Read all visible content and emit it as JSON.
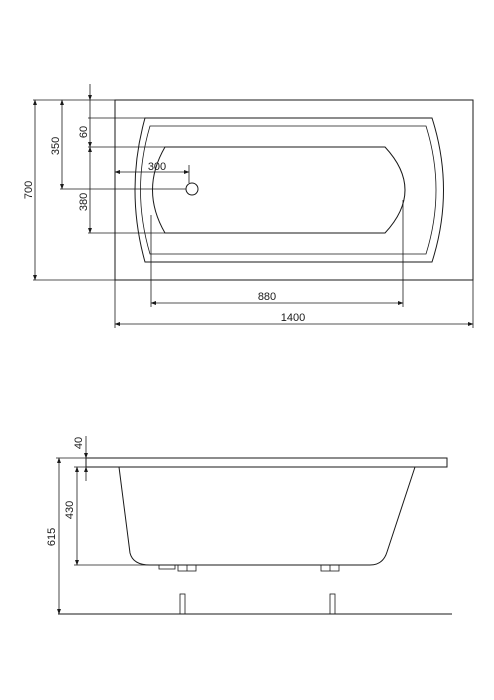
{
  "plan_view": {
    "dimensions": {
      "overall_width": "700",
      "drain_from_top": "350",
      "inner_offset_top": "60",
      "drain_from_inner_edge": "300",
      "bottom_depth": "380",
      "inner_length": "880",
      "overall_length": "1400"
    }
  },
  "side_view": {
    "dimensions": {
      "rim_thickness": "40",
      "tub_depth": "430",
      "total_height": "615"
    }
  },
  "colors": {
    "line": "#1a1a1a",
    "background": "#ffffff"
  }
}
